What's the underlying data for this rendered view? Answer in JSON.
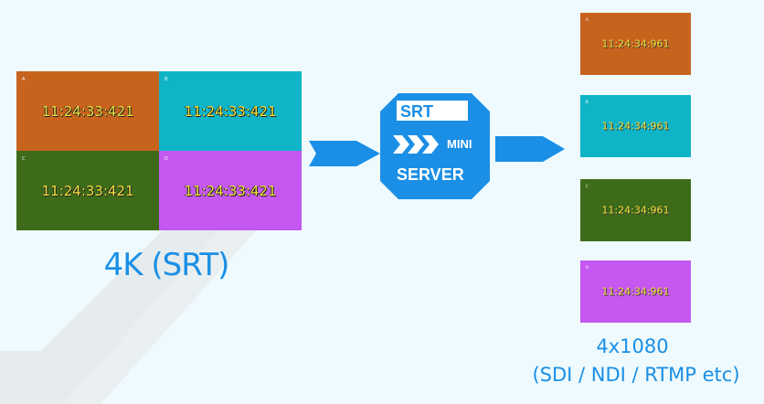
{
  "input_grid": {
    "tiles": [
      {
        "label": "A",
        "time": "11:24:33:421",
        "color": "#c8631e"
      },
      {
        "label": "B",
        "time": "11:24:33:421",
        "color": "#10b4c7"
      },
      {
        "label": "C",
        "time": "11:24:33:421",
        "color": "#3e6b1a"
      },
      {
        "label": "D",
        "time": "11:24:33:421",
        "color": "#c458f0"
      }
    ]
  },
  "server": {
    "top_label": "SRT",
    "side_label": "MINI",
    "bottom_label": "SERVER",
    "color": "#1b8fe6"
  },
  "outputs": [
    {
      "label": "A",
      "time": "11:24:34:961",
      "color": "#c8631e"
    },
    {
      "label": "B",
      "time": "11:24:34:961",
      "color": "#10b4c7"
    },
    {
      "label": "C",
      "time": "11:24:34:961",
      "color": "#3e6b1a"
    },
    {
      "label": "D",
      "time": "11:24:34:961",
      "color": "#c458f0"
    }
  ],
  "captions": {
    "input": "4K (SRT)",
    "output_count": "4x1080",
    "output_formats": "(SDI / NDI / RTMP etc)"
  },
  "colors": {
    "background": "#eefafd",
    "accent": "#1b8fe6",
    "stripe": "#e9eef0"
  }
}
